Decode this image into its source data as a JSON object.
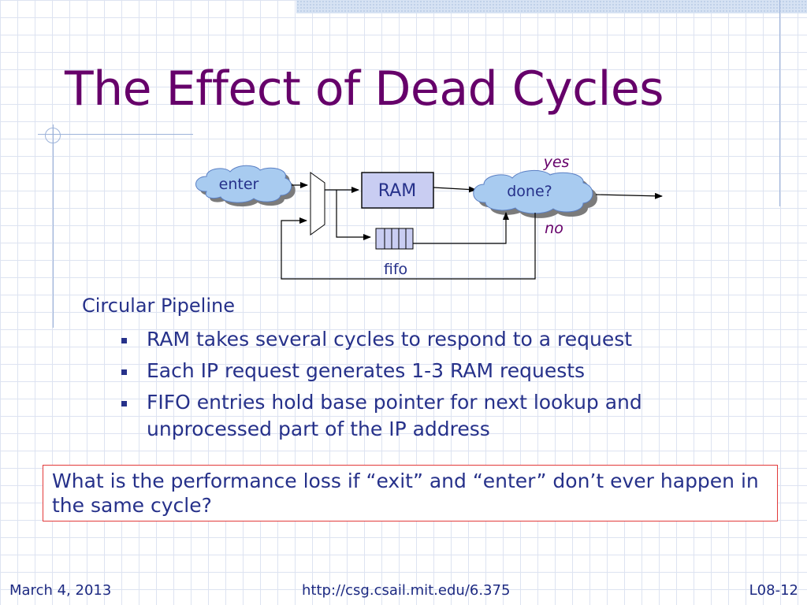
{
  "slide": {
    "title": "The Effect of Dead Cycles",
    "diagram": {
      "enter": "enter",
      "ram": "RAM",
      "done": "done?",
      "yes": "yes",
      "no": "no",
      "fifo": "fifo"
    },
    "heading": "Circular Pipeline",
    "bullets": [
      "RAM takes several cycles to respond to a request",
      "Each IP request generates 1-3 RAM requests",
      "FIFO entries hold base pointer for next lookup and unprocessed part of the IP address"
    ],
    "question": "What is the performance loss if “exit” and “enter” don’t ever happen in the same cycle?"
  },
  "footer": {
    "date": "March 4, 2013",
    "url": "http://csg.csail.mit.edu/6.375",
    "page": "L08-12"
  },
  "colors": {
    "title": "#66006a",
    "text": "#26318a",
    "ram_fill": "#c9cdf2",
    "question_border": "#e23a3a"
  }
}
